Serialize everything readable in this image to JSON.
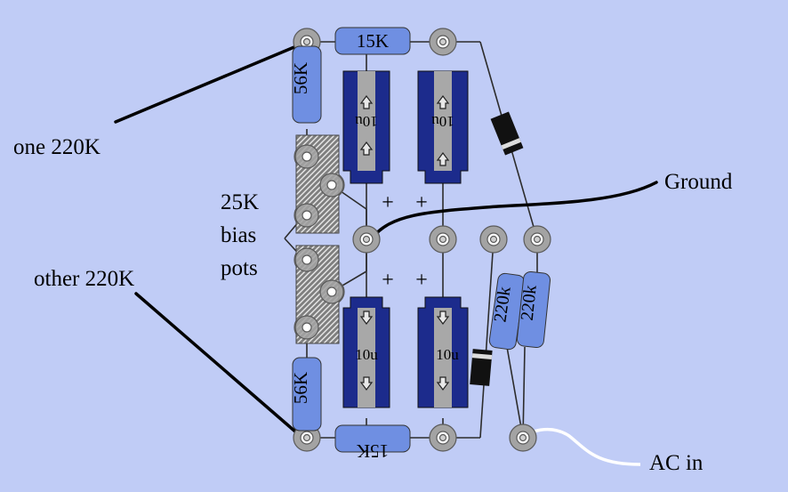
{
  "diagram": {
    "labels": {
      "one_220k": "one 220K",
      "other_220k": "other 220K",
      "pots_line1": "25K",
      "pots_line2": "bias",
      "pots_line3": "pots",
      "ground": "Ground",
      "ac_in": "AC in"
    },
    "resistors": {
      "top_15k": "15K",
      "bottom_15k": "15K",
      "left_top_56k": "56K",
      "left_bottom_56k": "56K",
      "right_220k_a": "220k",
      "right_220k_b": "220k"
    },
    "capacitors": {
      "top_left": "10u",
      "top_right": "10u",
      "bottom_left": "10u",
      "bottom_right": "10u"
    },
    "polarity": {
      "plus": "+"
    },
    "colors": {
      "background": "#c0ccf6",
      "resistor_body": "#6f8fe2",
      "capacitor_body": "#1c2b8c",
      "capacitor_band": "#a8a8a8",
      "pad_ring": "#a3a3a3",
      "wire": "#000000",
      "ac_wire": "#ffffff"
    },
    "icons": {
      "pad": "solder-pad-icon",
      "diode": "diode-icon",
      "pot": "trimmer-pot-icon",
      "polarity_arrow": "arrow-icon"
    }
  }
}
